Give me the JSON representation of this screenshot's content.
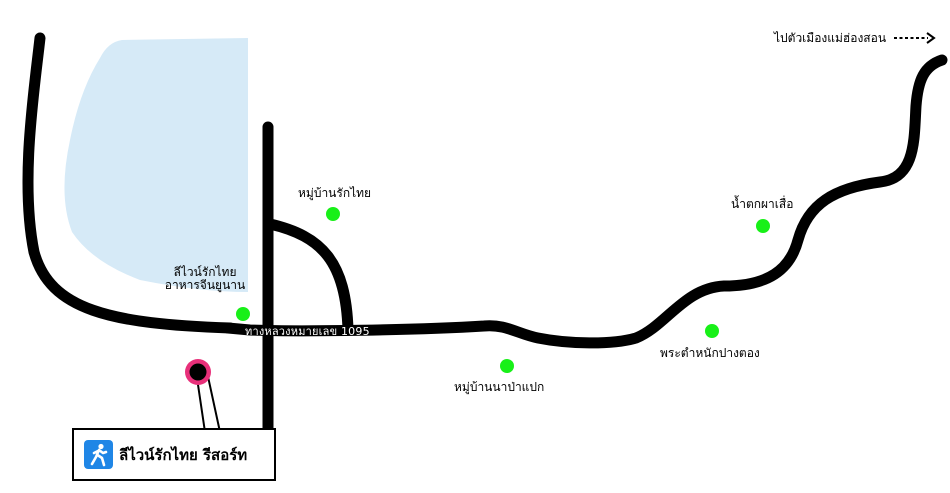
{
  "map": {
    "direction_label": "ไปตัวเมืองแม่ฮ่องสอน",
    "road_label": "ทางหลวงหมายเลข 1095",
    "places": {
      "village_rak_thai": "หมู่บ้านรักไทย",
      "lee_wine_restaurant_line1": "ลีไวน์รักไทย",
      "lee_wine_restaurant_line2": "อาหารจีนยูนาน",
      "waterfall": "น้ำตกผาเสื่อ",
      "palace": "พระตำหนักปางตอง",
      "village_na_pa_paek": "หมู่บ้านนาป่าแปก"
    },
    "resort_name": "ลีไวน์รักไทย รีสอร์ท",
    "colors": {
      "road": "#000000",
      "lake": "#d6eaf7",
      "poi_dot": "#18f018",
      "resort_ring": "#e8307a",
      "resort_icon_bg": "#1f86e6"
    },
    "icons": {
      "resort_icon": "hiker-icon",
      "poi_marker": "green-dot-icon",
      "resort_marker": "pink-ring-icon",
      "direction_arrow": "dashed-arrow-icon"
    }
  }
}
